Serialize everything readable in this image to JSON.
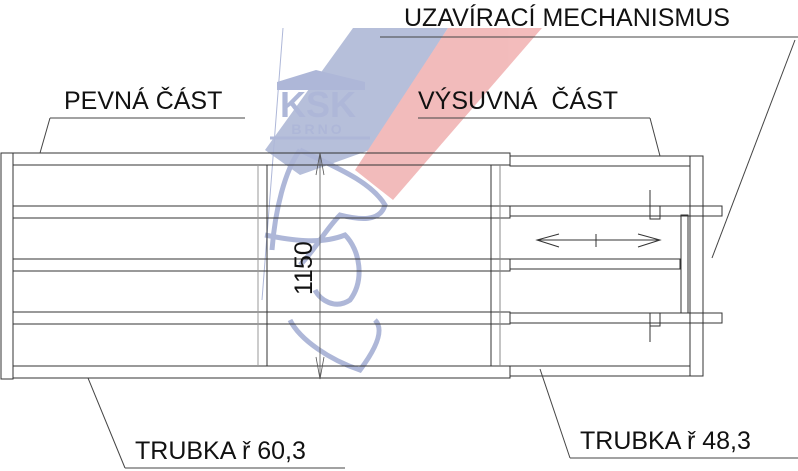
{
  "labels": {
    "closing_mechanism": "UZAVÍRACÍ MECHANISMUS",
    "fixed_part": "PEVNÁ ČÁST",
    "sliding_part": "VÝSUVNÁ  ČÁST",
    "tube_large": "TRUBKA ř 60,3",
    "tube_small": "TRUBKA ř 48,3"
  },
  "dimension": {
    "height": "1150"
  },
  "watermark": {
    "logo_top": "KSK",
    "logo_bottom": "BRNO"
  },
  "colors": {
    "line": "#333333",
    "stripe_blue": "#b3bcd9",
    "stripe_red": "#f2b8b8",
    "logo": "#aab4d6"
  }
}
